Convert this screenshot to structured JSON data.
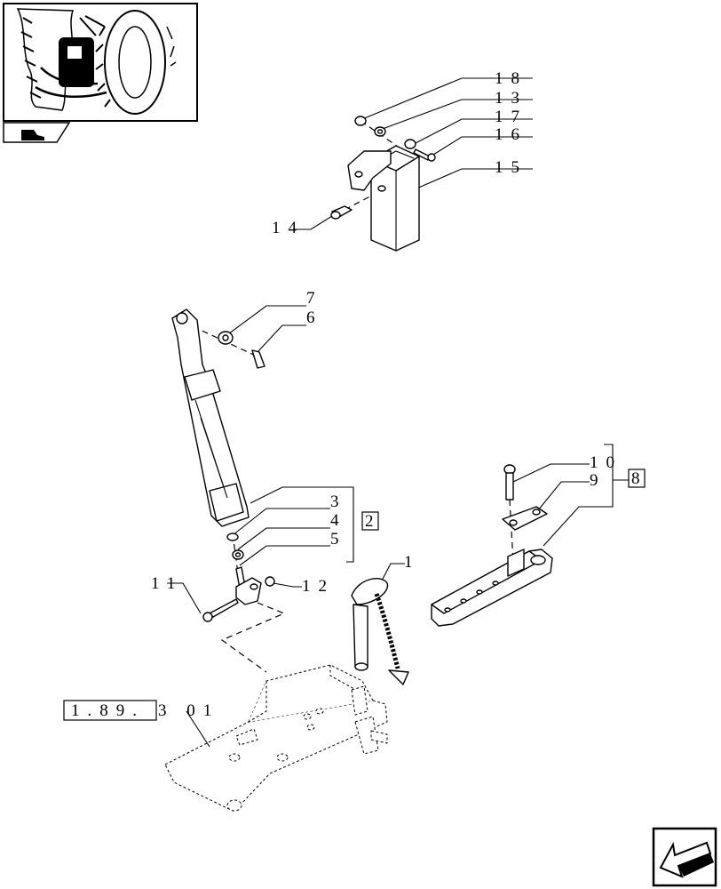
{
  "callouts": {
    "c18": "18",
    "c13": "13",
    "c17": "17",
    "c16": "16",
    "c15": "15",
    "c14": "14",
    "c7": "7",
    "c6": "6",
    "c3": "3",
    "c4": "4",
    "c5": "5",
    "c2": "2",
    "c1": "1",
    "c11": "11",
    "c12": "12",
    "c10": "10",
    "c9": "9",
    "c8": "8"
  },
  "reference": {
    "ref_box": "1.89.",
    "ref_tail": "3 01"
  },
  "icons": {
    "thumbnail": "tractor-rear-thumbnail-icon",
    "section_tab": "section-tab-icon",
    "nav": "previous-page-arrow-icon"
  }
}
